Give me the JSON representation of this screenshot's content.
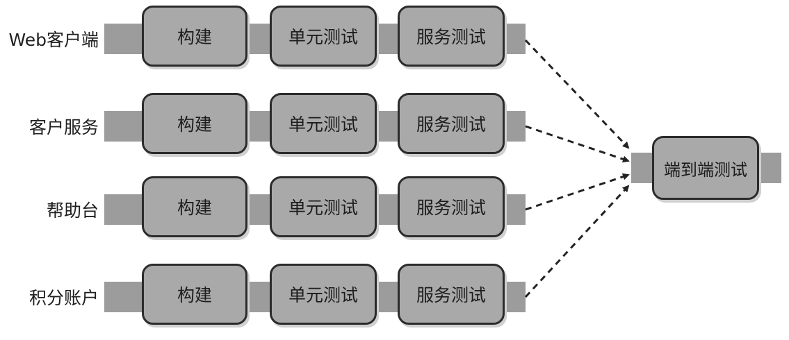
{
  "pipelines": [
    {
      "label": "Web客户端",
      "stages": [
        "构建",
        "单元测试",
        "服务测试"
      ]
    },
    {
      "label": "客户服务",
      "stages": [
        "构建",
        "单元测试",
        "服务测试"
      ]
    },
    {
      "label": "帮助台",
      "stages": [
        "构建",
        "单元测试",
        "服务测试"
      ]
    },
    {
      "label": "积分账户",
      "stages": [
        "构建",
        "单元测试",
        "服务测试"
      ]
    }
  ],
  "final_stage": {
    "label": "端到端测试"
  },
  "colors": {
    "stage_fill": "#a9a9a9",
    "band": "#9c9c9c",
    "border": "#2b2b2b",
    "arrow": "#222222"
  }
}
